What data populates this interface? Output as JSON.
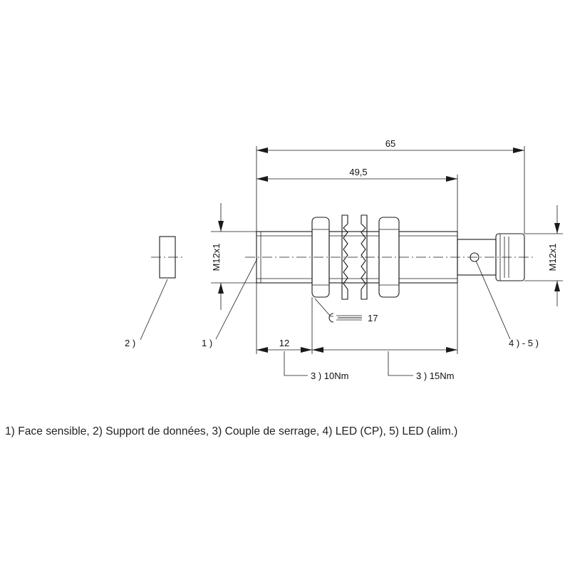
{
  "dimensions": {
    "overall_length": "65",
    "body_length": "49,5",
    "thread_left": "M12x1",
    "thread_right": "M12x1",
    "nut_distance": "12"
  },
  "callouts": {
    "sensing_face": "1 )",
    "data_carrier": "2 )",
    "wrench_size": "17",
    "torque_front": "3 ) 10Nm",
    "torque_rear": "3 ) 15Nm",
    "led": "4 ) - 5 )"
  },
  "caption": "1) Face sensible, 2) Support de données, 3) Couple de serrage, 4) LED (CP), 5) LED (alim.)"
}
